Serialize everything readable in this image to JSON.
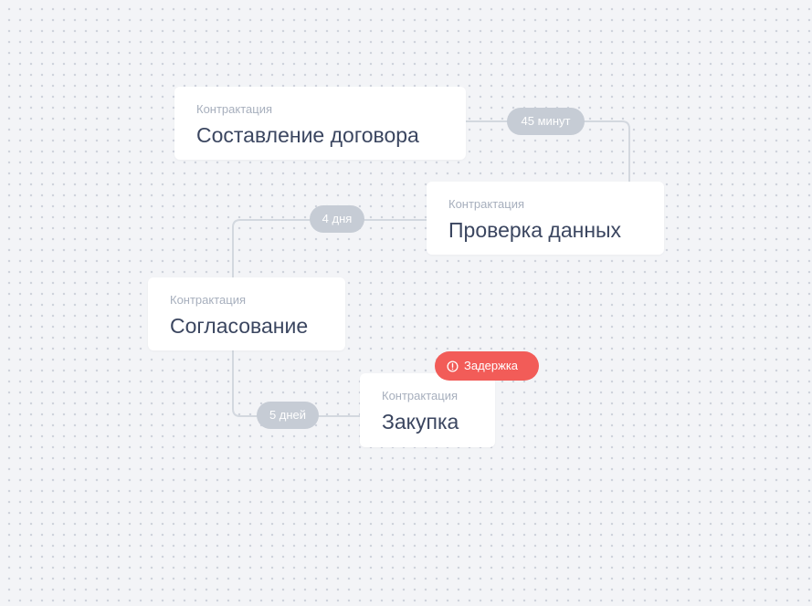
{
  "nodes": [
    {
      "category": "Контрактация",
      "title": "Составление договора"
    },
    {
      "category": "Контрактация",
      "title": "Проверка данных"
    },
    {
      "category": "Контрактация",
      "title": "Согласование"
    },
    {
      "category": "Контрактация",
      "title": "Закупка"
    }
  ],
  "edges": [
    {
      "duration": "45 минут"
    },
    {
      "duration": "4 дня"
    },
    {
      "duration": "5 дней"
    }
  ],
  "alert": {
    "label": "Задержка",
    "icon": "alert-circle-icon",
    "color": "#f25c58"
  },
  "colors": {
    "background": "#f3f4f7",
    "node_background": "#ffffff",
    "pill": "#c6ccd5",
    "connector": "#d3d8df",
    "title_text": "#3b4660",
    "category_text": "#a7afbd"
  }
}
